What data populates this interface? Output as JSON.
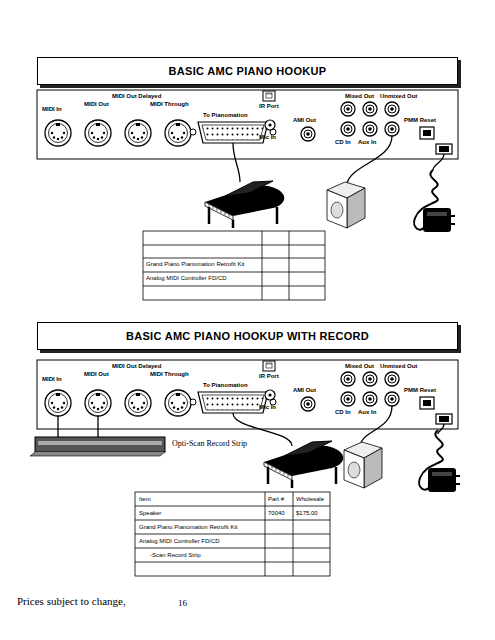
{
  "diagram": {
    "nodes": [
      {
        "text": [
          "BASIC AMC PIANO HOOKUP"
        ]
      },
      {
        "text": [
          "BASIC AMC PIANO HOOKUP WITH RECORD"
        ]
      }
    ],
    "labels": [
      "MIDI In",
      "MIDI Out",
      "MIDI Out Delayed",
      "MIDI Through",
      "To Pianomation",
      "IR Port",
      "Mic In",
      "AMI Out",
      "Mixed Out",
      "Unmixed Out",
      "CD In",
      "Aux In",
      "PMM Reset",
      "Grand Piano Pianomation Retrofit Kit",
      "Analog MIDI Controller FD/CD",
      "MIDI In",
      "MIDI Out",
      "MIDI Out Delayed",
      "MIDI Through",
      "To Pianomation",
      "IR Port",
      "Mic In",
      "AMI Out",
      "Mixed Out",
      "Unmixed Out",
      "CD In",
      "Aux In",
      "PMM Reset",
      "Opti-Scan Record Strip",
      "Item",
      "Part #",
      "Wholesale",
      "Speaker",
      "70040",
      "$175.00",
      "Grand Piano Pianomation Retrofit Kit",
      "Analog MIDI Controller FD/CD",
      "-Scan Record Strip",
      "Prices subject to change,",
      "16"
    ]
  }
}
